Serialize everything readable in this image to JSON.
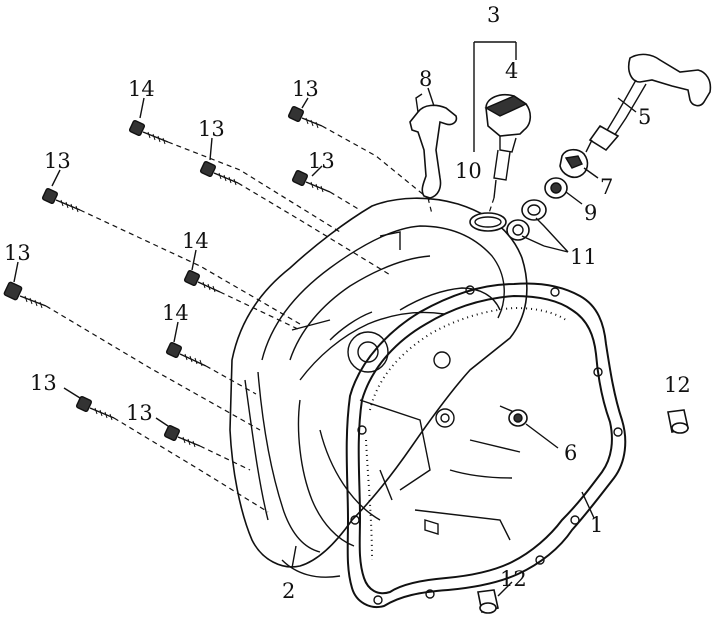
{
  "callouts": {
    "c1": "1",
    "c2": "2",
    "c3": "3",
    "c4": "4",
    "c5": "5",
    "c6": "6",
    "c7": "7",
    "c8": "8",
    "c9": "9",
    "c10": "10",
    "c11": "11",
    "c12a": "12",
    "c12b": "12",
    "c13a": "13",
    "c13b": "13",
    "c13c": "13",
    "c13d": "13",
    "c13e": "13",
    "c13f": "13",
    "c13g": "13",
    "c14a": "14",
    "c14b": "14",
    "c14c": "14"
  }
}
